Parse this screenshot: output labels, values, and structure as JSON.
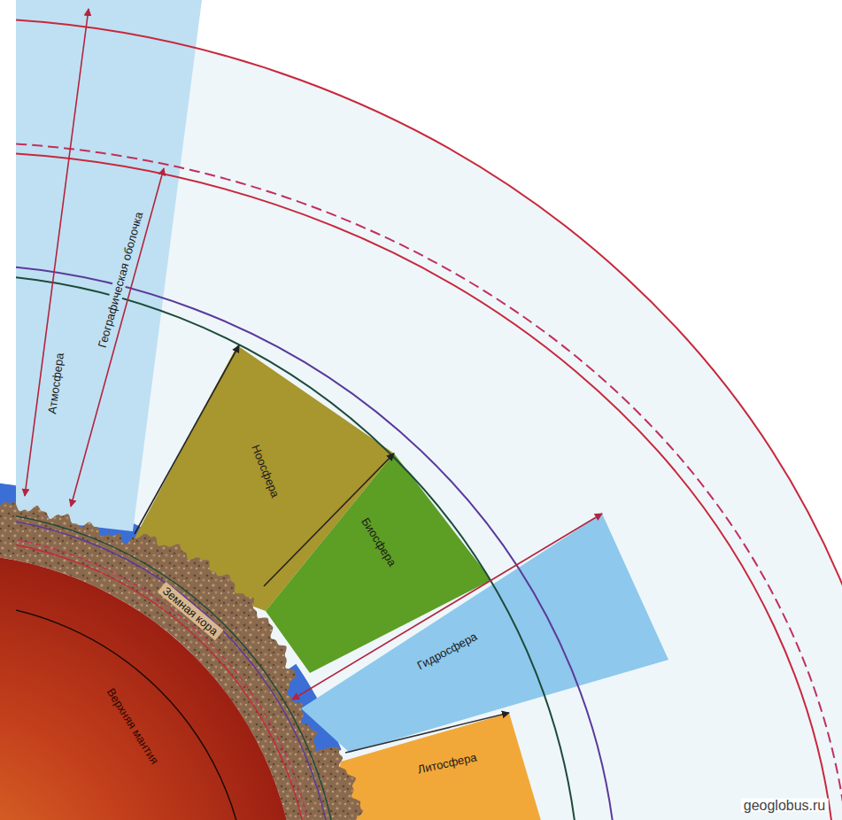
{
  "diagram": {
    "nodes": [
      {
        "text": [
          "Атмосфера"
        ]
      },
      {
        "text": [
          "Ноосфера"
        ]
      },
      {
        "text": [
          "Биосфера"
        ]
      },
      {
        "text": [
          "Гидросфера"
        ]
      },
      {
        "text": [
          "Литосфера"
        ]
      },
      {
        "text": [
          "Земная кора"
        ]
      },
      {
        "text": [
          "Верхняя мантия"
        ]
      }
    ],
    "labels": [
      "Географическая оболочка",
      "geoglobus.ru"
    ]
  }
}
